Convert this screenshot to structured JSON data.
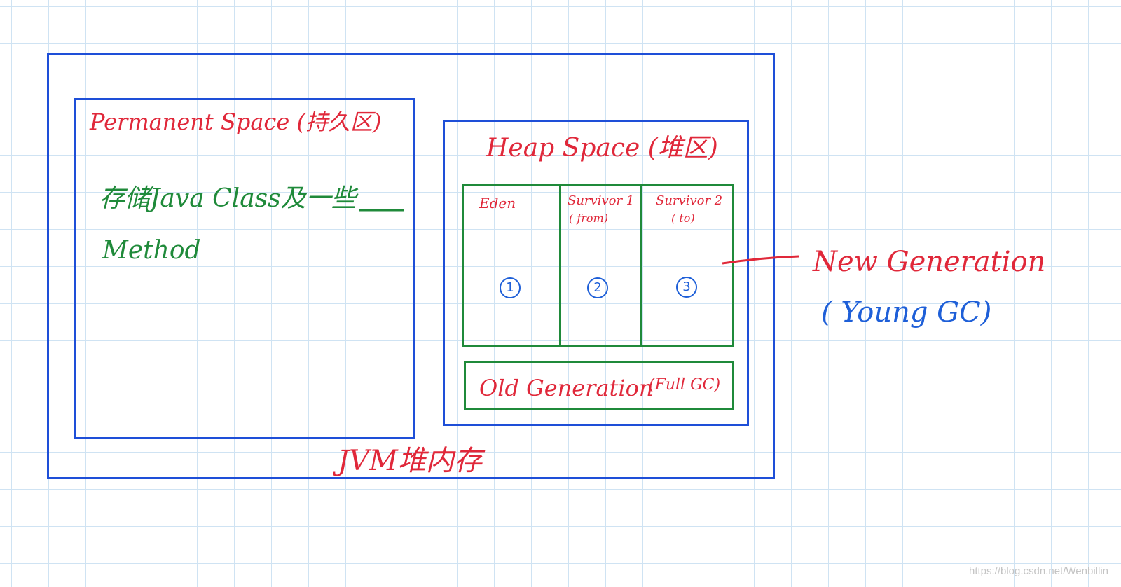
{
  "jvm": {
    "label": "JVM堆内存"
  },
  "permanent": {
    "title": "Permanent Space (持久区)",
    "desc_line1": "存储Java Class及一些",
    "desc_line2": "Method"
  },
  "heap": {
    "title": "Heap Space (堆区)",
    "eden": {
      "label": "Eden",
      "number": "1"
    },
    "survivor1": {
      "label": "Survivor 1",
      "sub": "( from)",
      "number": "2"
    },
    "survivor2": {
      "label": "Survivor 2",
      "sub": "( to)",
      "number": "3"
    },
    "old": {
      "label": "Old Generation",
      "gc": "(Full GC)"
    }
  },
  "new_generation": {
    "label": "New Generation",
    "gc": "( Young GC)"
  },
  "watermark": "https://blog.csdn.net/Wenbillin",
  "colors": {
    "blue": "#1e4fd8",
    "green": "#1f8a3a",
    "red": "#e0283a",
    "grid": "#cfe3f3"
  }
}
